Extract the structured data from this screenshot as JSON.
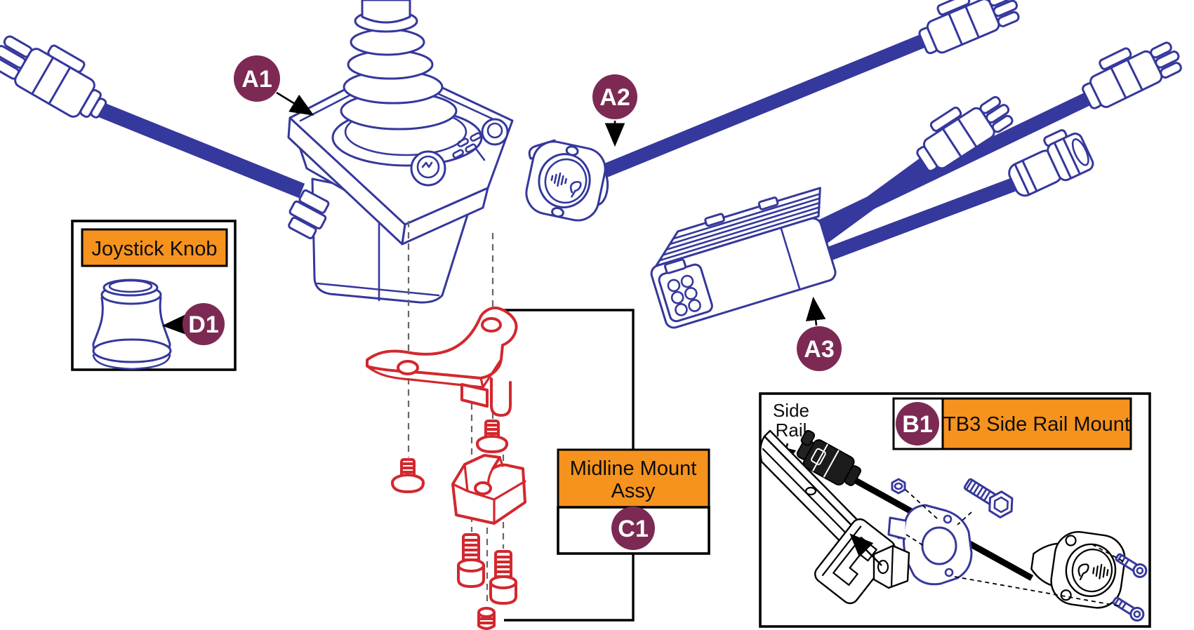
{
  "colors": {
    "blue": "#35389C",
    "red": "#D2282E",
    "maroon": "#7C2A53",
    "orange": "#F6921E",
    "ink": "#000000",
    "dash": "#666666"
  },
  "callouts": {
    "a1": "A1",
    "a2": "A2",
    "a3": "A3",
    "b1": "B1",
    "c1": "C1",
    "d1": "D1"
  },
  "labels": {
    "joystick_knob": "Joystick Knob",
    "midline_line1": "Midline Mount",
    "midline_line2": "Assy",
    "tb3": "TB3 Side Rail Mount",
    "side_rail_line1": "Side",
    "side_rail_line2": "Rail"
  }
}
